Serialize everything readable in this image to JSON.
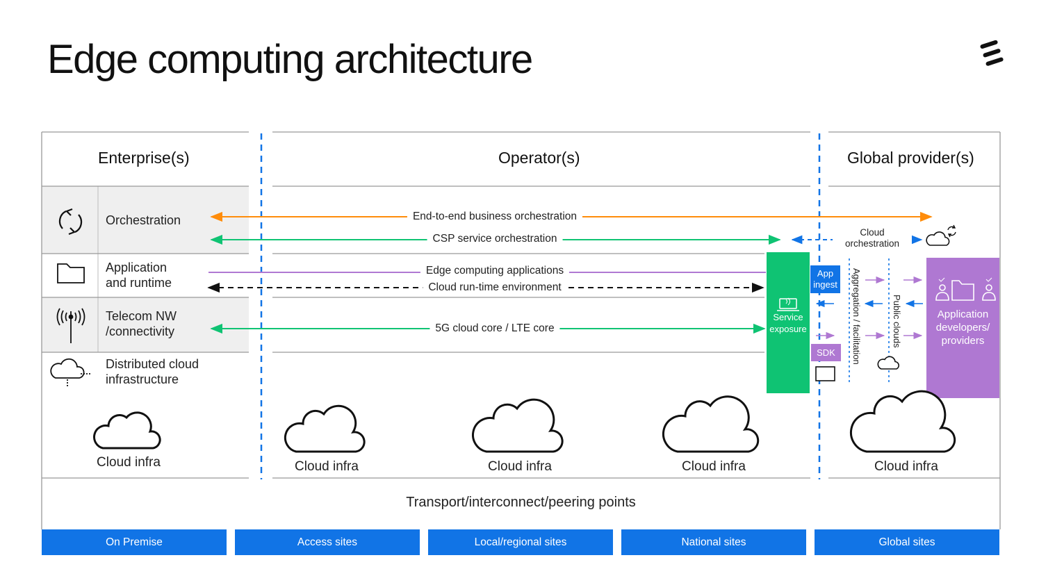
{
  "title": "Edge computing architecture",
  "zones": {
    "enterprise": "Enterprise(s)",
    "operator": "Operator(s)",
    "global": "Global provider(s)"
  },
  "layers": {
    "orchestration": "Orchestration",
    "app_line1": "Application",
    "app_line2": "and runtime",
    "telecom_line1": "Telecom NW",
    "telecom_line2": "/connectivity",
    "dist_line1": "Distributed cloud",
    "dist_line2": "infrastructure"
  },
  "flows": {
    "e2e": "End-to-end business orchestration",
    "csp": "CSP service orchestration",
    "edge_apps": "Edge computing applications",
    "runtime": "Cloud run-time environment",
    "core": "5G cloud core / LTE core"
  },
  "global_side": {
    "cloud_orch_line1": "Cloud",
    "cloud_orch_line2": "orchestration",
    "service_line1": "Service",
    "service_line2": "exposure",
    "app_ingest_line1": "App",
    "app_ingest_line2": "ingest",
    "sdk": "SDK",
    "aggregation": "Aggregation / facilitation",
    "public_clouds": "Public clouds",
    "dev_line1": "Application",
    "dev_line2": "developers/",
    "dev_line3": "providers"
  },
  "clouds": [
    "Cloud infra",
    "Cloud infra",
    "Cloud infra",
    "Cloud infra",
    "Cloud infra"
  ],
  "transport": "Transport/interconnect/peering points",
  "sites": [
    "On Premise",
    "Access sites",
    "Local/regional sites",
    "National sites",
    "Global sites"
  ],
  "colors": {
    "orange": "#ff8c0a",
    "green": "#0fc373",
    "purple": "#af78d2",
    "blue": "#1174e6",
    "gray": "#efefef"
  }
}
